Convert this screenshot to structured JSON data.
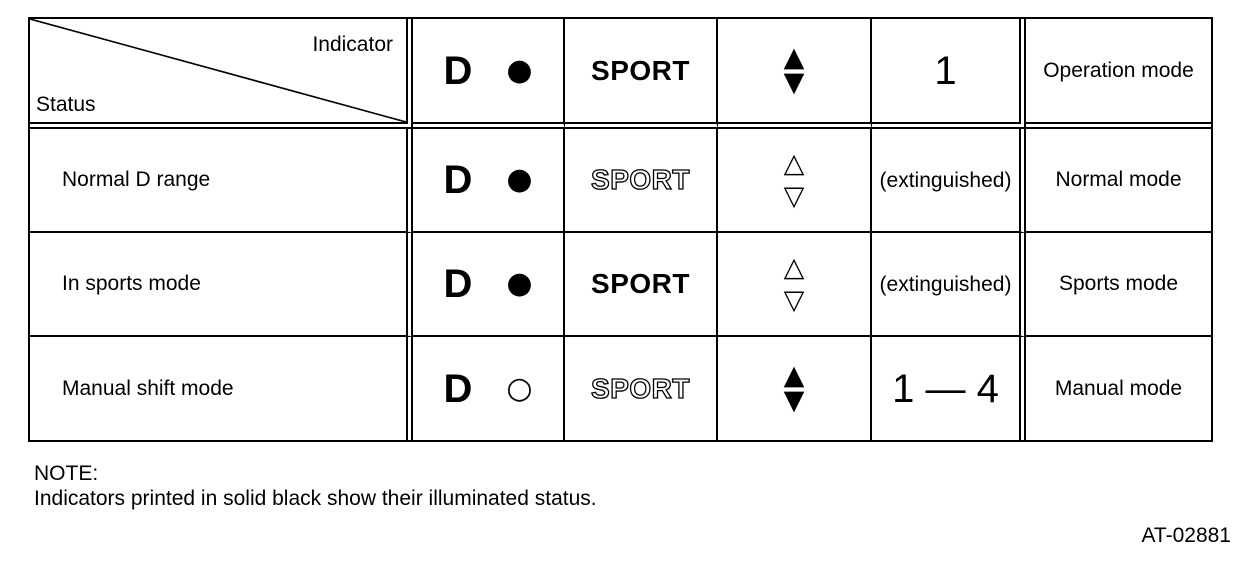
{
  "table": {
    "corner": {
      "indicator_label": "Indicator",
      "status_label": "Status"
    },
    "header": {
      "d_letter": "D",
      "d_circle": "●",
      "sport_label": "SPORT",
      "sport_state": "solid",
      "arrow_up": "▲",
      "arrow_down": "▼",
      "arrows_state": "solid",
      "shift_label": "1",
      "shift_size": "large",
      "operation_label": "Operation mode"
    },
    "rows": [
      {
        "status": "Normal D range",
        "d_letter": "D",
        "d_circle": "●",
        "sport_label": "SPORT",
        "sport_state": "outline",
        "arrow_up": "△",
        "arrow_down": "▽",
        "arrows_state": "hollow",
        "shift_label": "(extinguished)",
        "shift_size": "small",
        "mode": "Normal mode"
      },
      {
        "status": "In sports mode",
        "d_letter": "D",
        "d_circle": "●",
        "sport_label": "SPORT",
        "sport_state": "solid",
        "arrow_up": "△",
        "arrow_down": "▽",
        "arrows_state": "hollow",
        "shift_label": "(extinguished)",
        "shift_size": "small",
        "mode": "Sports mode"
      },
      {
        "status": "Manual shift mode",
        "d_letter": "D",
        "d_circle": "○",
        "sport_label": "SPORT",
        "sport_state": "outline",
        "arrow_up": "▲",
        "arrow_down": "▼",
        "arrows_state": "solid",
        "shift_label": "1 — 4",
        "shift_size": "large",
        "mode": "Manual mode"
      }
    ]
  },
  "note": {
    "label": "NOTE:",
    "text": "Indicators printed in solid black show their illuminated status."
  },
  "figure_id": "AT-02881"
}
